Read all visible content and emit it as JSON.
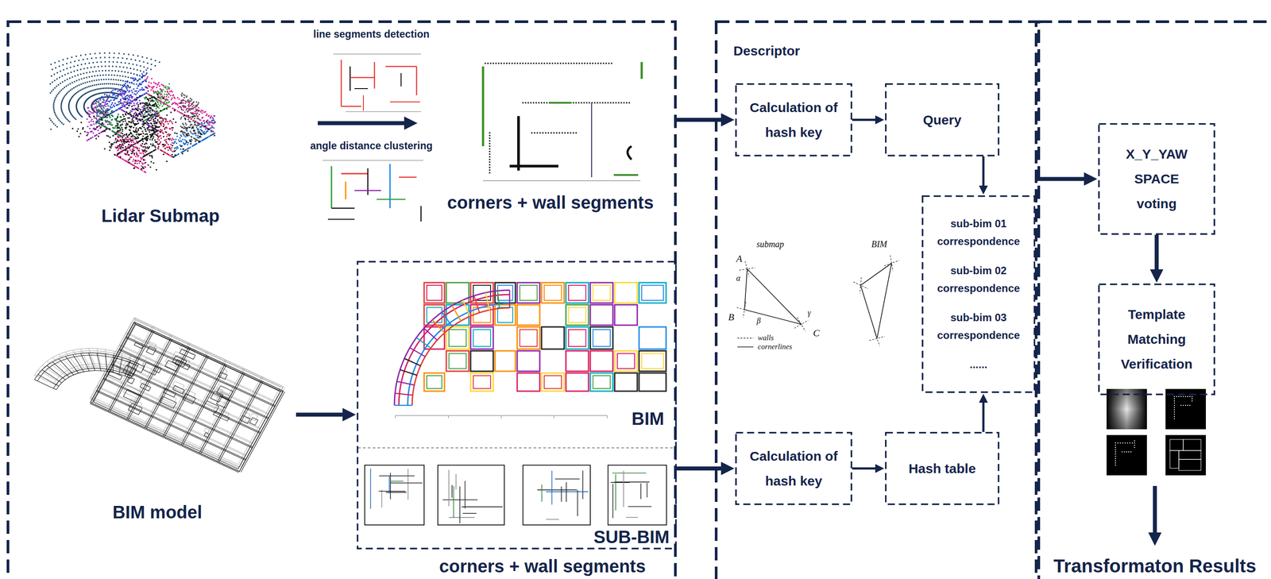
{
  "diagram": {
    "nodes": [
      {
        "text": [
          "Lidar Submap",
          "line segments detection",
          "angle distance clustering",
          "corners + wall segments",
          "BIM model"
        ]
      },
      {
        "text": [
          "BIM",
          "SUB-BIM",
          "corners + wall segments"
        ],
        "in": 0
      },
      {
        "text": [
          "Descriptor"
        ]
      },
      {
        "text": [
          "Calculation of hash key"
        ],
        "in": 2
      },
      {
        "text": [
          "Query"
        ],
        "in": 2
      },
      {
        "text": [
          "sub-bim 01 correspondence",
          "sub-bim 02 correspondence",
          "sub-bim 03 correspondence",
          "......"
        ],
        "in": 2
      },
      {
        "text": [
          "Calculation of hash key"
        ],
        "in": 2
      },
      {
        "text": [
          "Hash table"
        ],
        "in": 2
      },
      {
        "text": [
          "Transformaton Results"
        ]
      },
      {
        "text": [
          "X_Y_YAW SPACE voting"
        ],
        "in": 8
      },
      {
        "text": [
          "Template Matching Verification"
        ],
        "in": 8
      }
    ],
    "edges": [
      {
        "from": 0,
        "to": 3,
        "arrow": "to"
      },
      {
        "from": 1,
        "to": 6,
        "arrow": "to"
      },
      {
        "from": 3,
        "to": 4,
        "arrow": "to"
      },
      {
        "from": 4,
        "to": 5,
        "arrow": "to"
      },
      {
        "from": 6,
        "to": 7,
        "arrow": "to"
      },
      {
        "from": 7,
        "to": 5,
        "arrow": "to"
      },
      {
        "from": 2,
        "to": 9,
        "arrow": "to"
      },
      {
        "from": 9,
        "to": 10,
        "arrow": "to"
      }
    ],
    "labels": [
      "submap",
      "BIM",
      "A",
      "α",
      "B",
      "β",
      "C",
      "γ"
    ],
    "legend": [
      {
        "text": "walls"
      },
      {
        "text": "cornerlines"
      }
    ]
  }
}
